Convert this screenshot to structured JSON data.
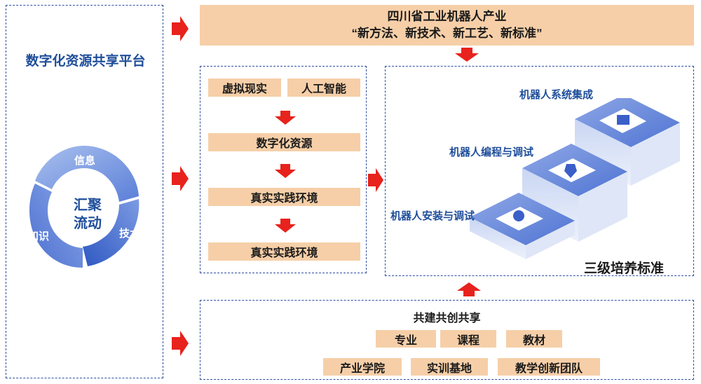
{
  "left_panel": {
    "title": "数字化资源共享平台",
    "cycle": {
      "center": "汇聚\n流动",
      "labels": [
        "信息",
        "技术",
        "知识"
      ]
    }
  },
  "top_banner": {
    "line1": "四川省工业机器人产业",
    "line2": "“新方法、新技术、新工艺、新标准”"
  },
  "middle_left": {
    "tag1": "虚拟现实",
    "tag2": "人工智能",
    "step1": "数字化资源",
    "step2": "真实实践环境",
    "step3": "真实实践环境"
  },
  "stairs": {
    "level1": "机器人安装与调试",
    "level2": "机器人编程与调试",
    "level3": "机器人系统集成",
    "caption": "三级培养标准"
  },
  "bottom": {
    "title": "共建共创共享",
    "row1": [
      "专业",
      "课程",
      "教材"
    ],
    "row2": [
      "产业学院",
      "实训基地",
      "教学创新团队"
    ]
  },
  "colors": {
    "accent_blue": "#1f4e9a",
    "pill": "#f6cfa8",
    "arrow_red": "#e8221c"
  }
}
